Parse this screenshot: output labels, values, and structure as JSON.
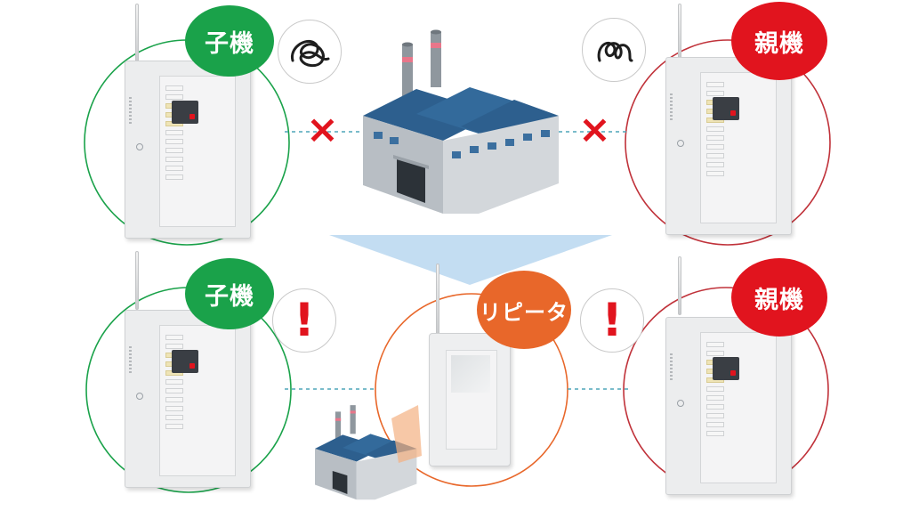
{
  "labels": {
    "child_top": "子機",
    "parent_top": "親機",
    "child_bottom": "子機",
    "repeater": "リピータ",
    "parent_bottom": "親機"
  },
  "marks": {
    "cross": "×",
    "alert": "!"
  },
  "colors": {
    "child_green": "#1aa24a",
    "parent_red": "#e1141e",
    "repeater_orange": "#e8672a",
    "factory_blue": "#2d5f8e",
    "arrow_blue": "#b9d7f0"
  },
  "icons": {
    "bubble_top_left": "scribble-icon",
    "bubble_top_right": "scribble-icon",
    "bubble_bottom": "exclamation-icon",
    "building": "factory-icon",
    "device": "fire-alarm-receiver-icon",
    "repeater_device": "wireless-repeater-icon"
  }
}
